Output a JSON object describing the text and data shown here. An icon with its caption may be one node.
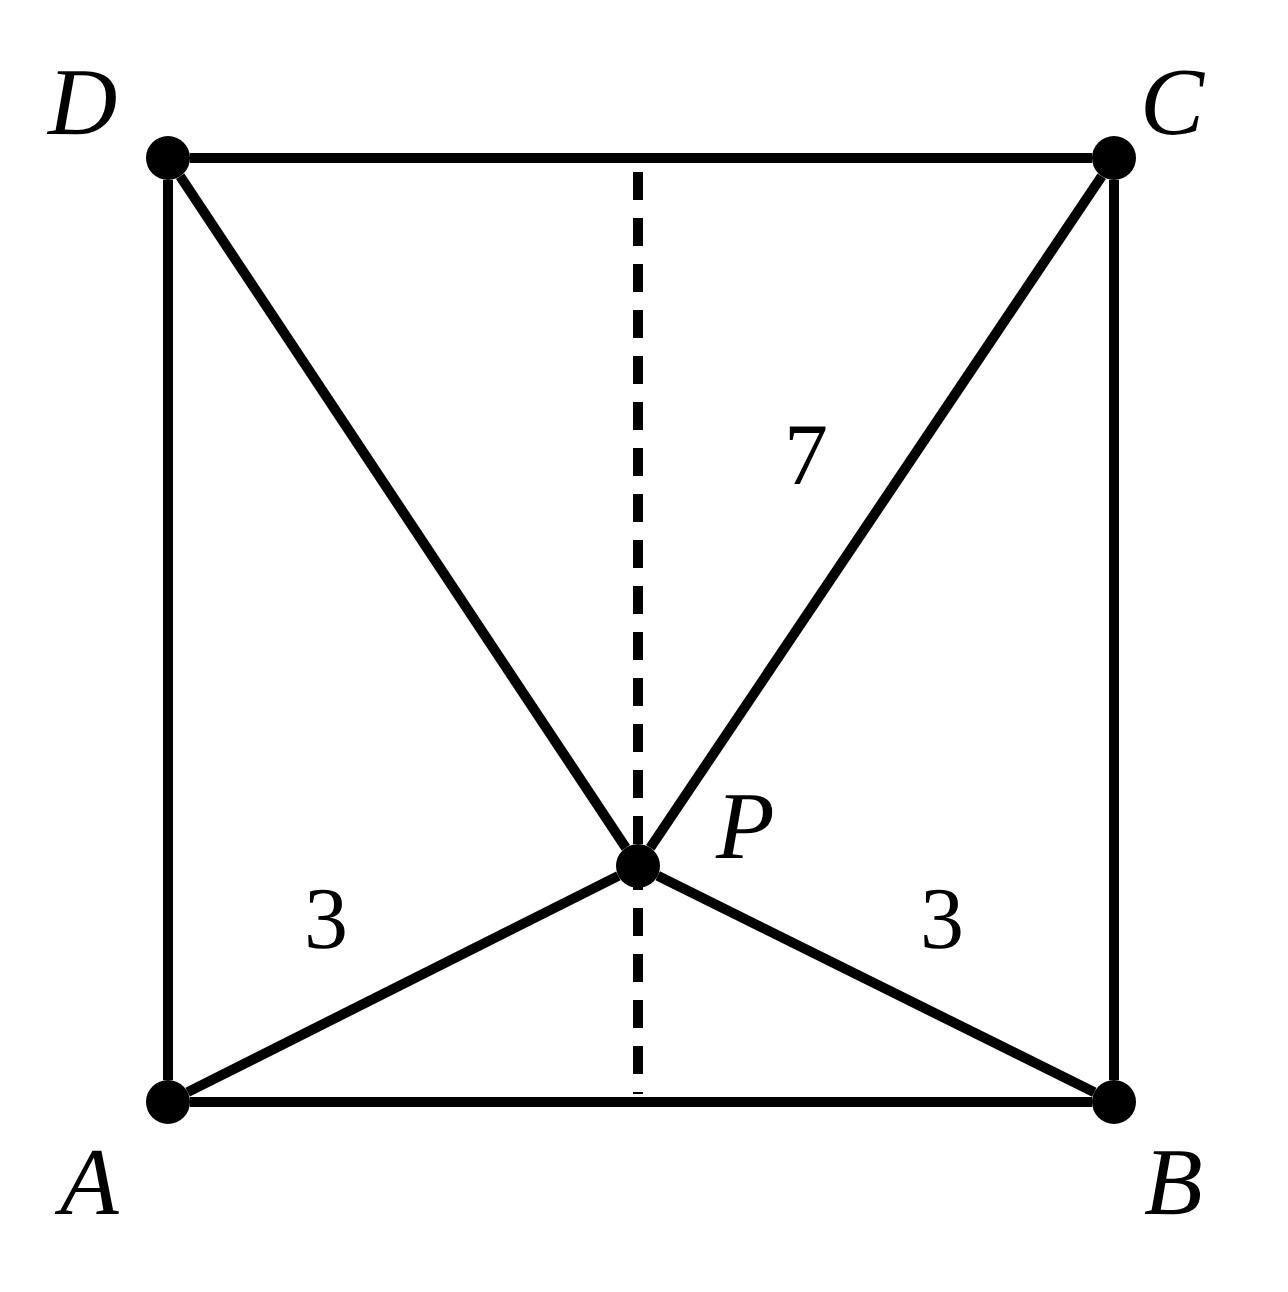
{
  "diagram": {
    "nodes": [
      {
        "text": [],
        "shape": "circle",
        "beside": [
          "D"
        ]
      },
      {
        "text": [],
        "shape": "circle",
        "beside": [
          "C"
        ]
      },
      {
        "text": [],
        "shape": "circle",
        "beside": [
          "P"
        ]
      },
      {
        "text": [],
        "shape": "circle",
        "beside": [
          "A"
        ]
      },
      {
        "text": [],
        "shape": "circle",
        "beside": [
          "B"
        ]
      }
    ],
    "edges": [
      {
        "from": 0,
        "to": 1,
        "arrow": "none"
      },
      {
        "from": 0,
        "to": 3,
        "arrow": "none"
      },
      {
        "from": 0,
        "to": 2,
        "arrow": "none"
      },
      {
        "from": 1,
        "to": 2,
        "arrow": "none",
        "label": "7"
      },
      {
        "from": 1,
        "to": 4,
        "arrow": "none"
      },
      {
        "from": 3,
        "to": 2,
        "arrow": "none",
        "label": "3"
      },
      {
        "from": 4,
        "to": 2,
        "arrow": "none",
        "label": "3"
      },
      {
        "from": 3,
        "to": 4,
        "arrow": "none"
      }
    ]
  }
}
